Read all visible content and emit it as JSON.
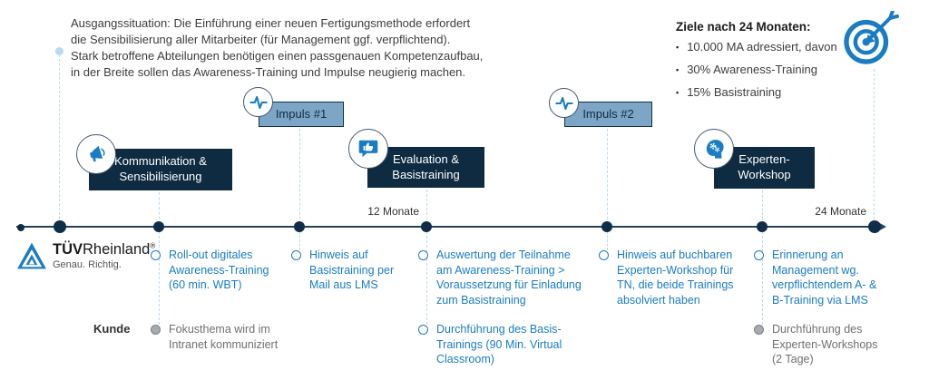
{
  "intro": {
    "text": "Ausgangssituation: Die Einführung einer neuen Fertigungsmethode erfordert\ndie Sensibilisierung aller Mitarbeiter (für Management ggf. verpflichtend).\nStark betroffene Abteilungen benötigen einen passgenauen Kompetenzaufbau,\nin der Breite sollen das Awareness-Training und Impulse neugierig machen."
  },
  "goals": {
    "title": "Ziele nach 24 Monaten:",
    "bullet": "▪",
    "items": [
      "10.000 MA adressiert, davon",
      "30% Awareness-Training",
      "15% Basistraining"
    ]
  },
  "logo": {
    "brand_bold": "TÜV",
    "brand_rest": "Rheinland",
    "reg": "®",
    "tagline": "Genau. Richtig."
  },
  "timeline": {
    "marker_12": "12 Monate",
    "marker_24": "24 Monate",
    "boxes": [
      {
        "label": "Kommunikation &\nSensibilisierung",
        "style": "dark",
        "icon": "megaphone-icon"
      },
      {
        "label": "Impuls #1",
        "style": "light",
        "icon": "pulse-icon"
      },
      {
        "label": "Evaluation &\nBasistraining",
        "style": "dark",
        "icon": "thumbs-up-bubble-icon"
      },
      {
        "label": "Impuls #2",
        "style": "light",
        "icon": "pulse-icon"
      },
      {
        "label": "Experten-\nWorkshop",
        "style": "dark",
        "icon": "head-gears-icon"
      }
    ]
  },
  "provider_row": {
    "items": [
      "Roll-out digitales\nAwareness-Training\n(60 min. WBT)",
      "Hinweis auf\nBasistraining per\nMail aus LMS",
      "Auswertung der Teilnahme\nam Awareness-Training >\nVoraussetzung für Einladung\nzum Basistraining",
      "Hinweis auf buchbaren\nExperten-Workshop für\nTN, die beide Trainings\nabsolviert haben",
      "Erinnerung an\nManagement wg.\nverpflichtendem A- &\nB-Training via LMS"
    ]
  },
  "kunde_row": {
    "label": "Kunde",
    "items": [
      {
        "text": "Fokusthema wird im\nIntranet kommuniziert",
        "style": "gray"
      },
      {
        "text": "Durchführung des Basis-\nTrainings (90 Min. Virtual\nClassroom)",
        "style": "blue"
      },
      {
        "text": "Durchführung des\nExperten-Workshops\n(2 Tage)",
        "style": "gray"
      }
    ]
  },
  "colors": {
    "accent_blue": "#1a7cc2",
    "dark_navy": "#0e2b42",
    "light_box": "#7da6c6",
    "dashed_line": "#bcd8ec",
    "gray_text": "#6f6f6f"
  }
}
